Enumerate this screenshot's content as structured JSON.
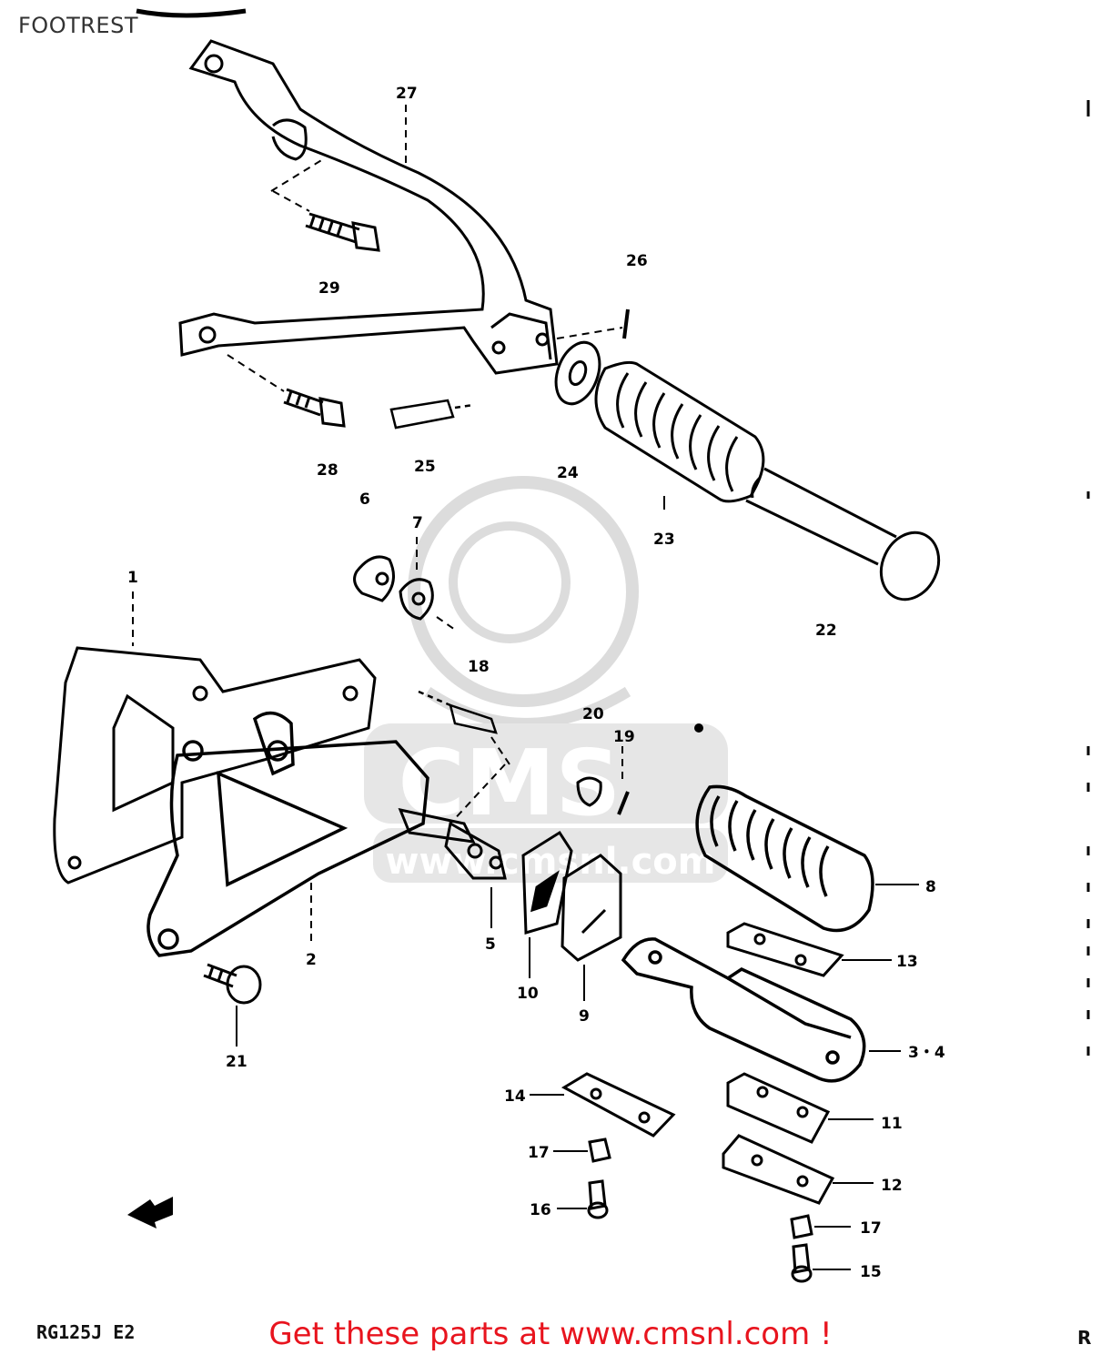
{
  "header": {
    "title": "FOOTREST"
  },
  "watermark": {
    "logo_text": "CMS",
    "site_text": "www.cmsnl.com",
    "color": "#dcdcdc"
  },
  "footer": {
    "model": "RG125J  E2",
    "corner": "R",
    "link_text": "Get these parts at www.cmsnl.com !",
    "link_color": "#e8141e"
  },
  "callouts": [
    {
      "id": "c27",
      "label": "27"
    },
    {
      "id": "c29",
      "label": "29"
    },
    {
      "id": "c26",
      "label": "26"
    },
    {
      "id": "c28",
      "label": "28"
    },
    {
      "id": "c25",
      "label": "25"
    },
    {
      "id": "c24",
      "label": "24"
    },
    {
      "id": "c6",
      "label": "6"
    },
    {
      "id": "c7",
      "label": "7"
    },
    {
      "id": "c23",
      "label": "23"
    },
    {
      "id": "c22",
      "label": "22"
    },
    {
      "id": "c1",
      "label": "1"
    },
    {
      "id": "c18",
      "label": "18"
    },
    {
      "id": "c20",
      "label": "20"
    },
    {
      "id": "c19",
      "label": "19"
    },
    {
      "id": "c8",
      "label": "8"
    },
    {
      "id": "c13",
      "label": "13"
    },
    {
      "id": "c2",
      "label": "2"
    },
    {
      "id": "c5",
      "label": "5"
    },
    {
      "id": "c10",
      "label": "10"
    },
    {
      "id": "c9",
      "label": "9"
    },
    {
      "id": "c34",
      "label": "3・4"
    },
    {
      "id": "c21",
      "label": "21"
    },
    {
      "id": "c14",
      "label": "14"
    },
    {
      "id": "c11",
      "label": "11"
    },
    {
      "id": "c17a",
      "label": "17"
    },
    {
      "id": "c12",
      "label": "12"
    },
    {
      "id": "c16",
      "label": "16"
    },
    {
      "id": "c17b",
      "label": "17"
    },
    {
      "id": "c15",
      "label": "15"
    }
  ]
}
